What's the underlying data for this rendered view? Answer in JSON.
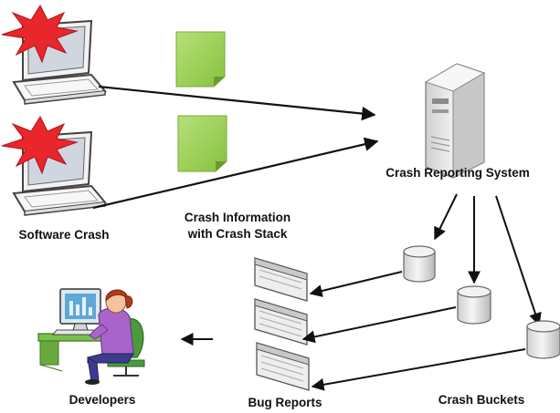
{
  "labels": {
    "software_crash": "Software Crash",
    "crash_info_line1": "Crash Information",
    "crash_info_line2": "with Crash Stack",
    "crash_reporting_system": "Crash Reporting System",
    "developers": "Developers",
    "bug_reports": "Bug Reports",
    "crash_buckets": "Crash Buckets"
  },
  "colors": {
    "crash_burst": "#e8262b",
    "document": "#9bcf53",
    "arrow": "#111111",
    "laptop_screen": "#cfd6e0",
    "server_body": "#e9e9e9"
  },
  "icons": [
    "laptop-icon",
    "crash-burst-icon",
    "document-icon",
    "server-icon",
    "database-icon",
    "bug-report-icon",
    "developer-icon"
  ]
}
